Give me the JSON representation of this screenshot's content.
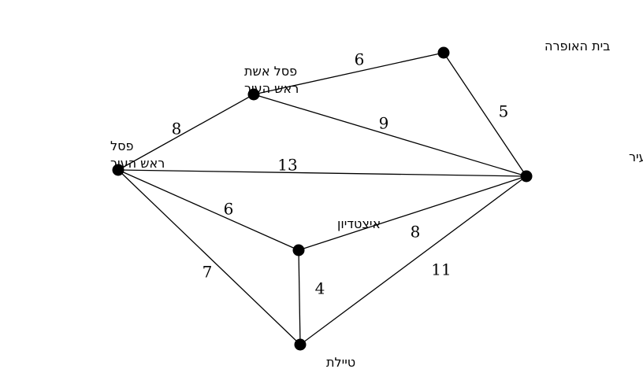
{
  "graph": {
    "nodes": [
      {
        "id": "opera",
        "label": [
          "בית האופרה"
        ]
      },
      {
        "id": "statue_wife",
        "label": [
          "פסל אשת",
          "ראש העיר"
        ]
      },
      {
        "id": "statue_mayor",
        "label": [
          "פסל",
          "ראש העיר"
        ]
      },
      {
        "id": "city_gate",
        "label": [
          "שער העיר"
        ]
      },
      {
        "id": "stadium",
        "label": [
          "איצטדיון"
        ]
      },
      {
        "id": "promenade",
        "label": [
          "טיילת"
        ]
      }
    ],
    "edges": [
      {
        "from": "statue_wife",
        "to": "opera",
        "weight": "6"
      },
      {
        "from": "opera",
        "to": "city_gate",
        "weight": "5"
      },
      {
        "from": "statue_mayor",
        "to": "statue_wife",
        "weight": "8"
      },
      {
        "from": "statue_wife",
        "to": "city_gate",
        "weight": "9"
      },
      {
        "from": "statue_mayor",
        "to": "city_gate",
        "weight": "13"
      },
      {
        "from": "statue_mayor",
        "to": "stadium",
        "weight": "6"
      },
      {
        "from": "stadium",
        "to": "city_gate",
        "weight": "8"
      },
      {
        "from": "statue_mayor",
        "to": "promenade",
        "weight": "7"
      },
      {
        "from": "stadium",
        "to": "promenade",
        "weight": "4"
      },
      {
        "from": "promenade",
        "to": "city_gate",
        "weight": "11"
      }
    ]
  }
}
